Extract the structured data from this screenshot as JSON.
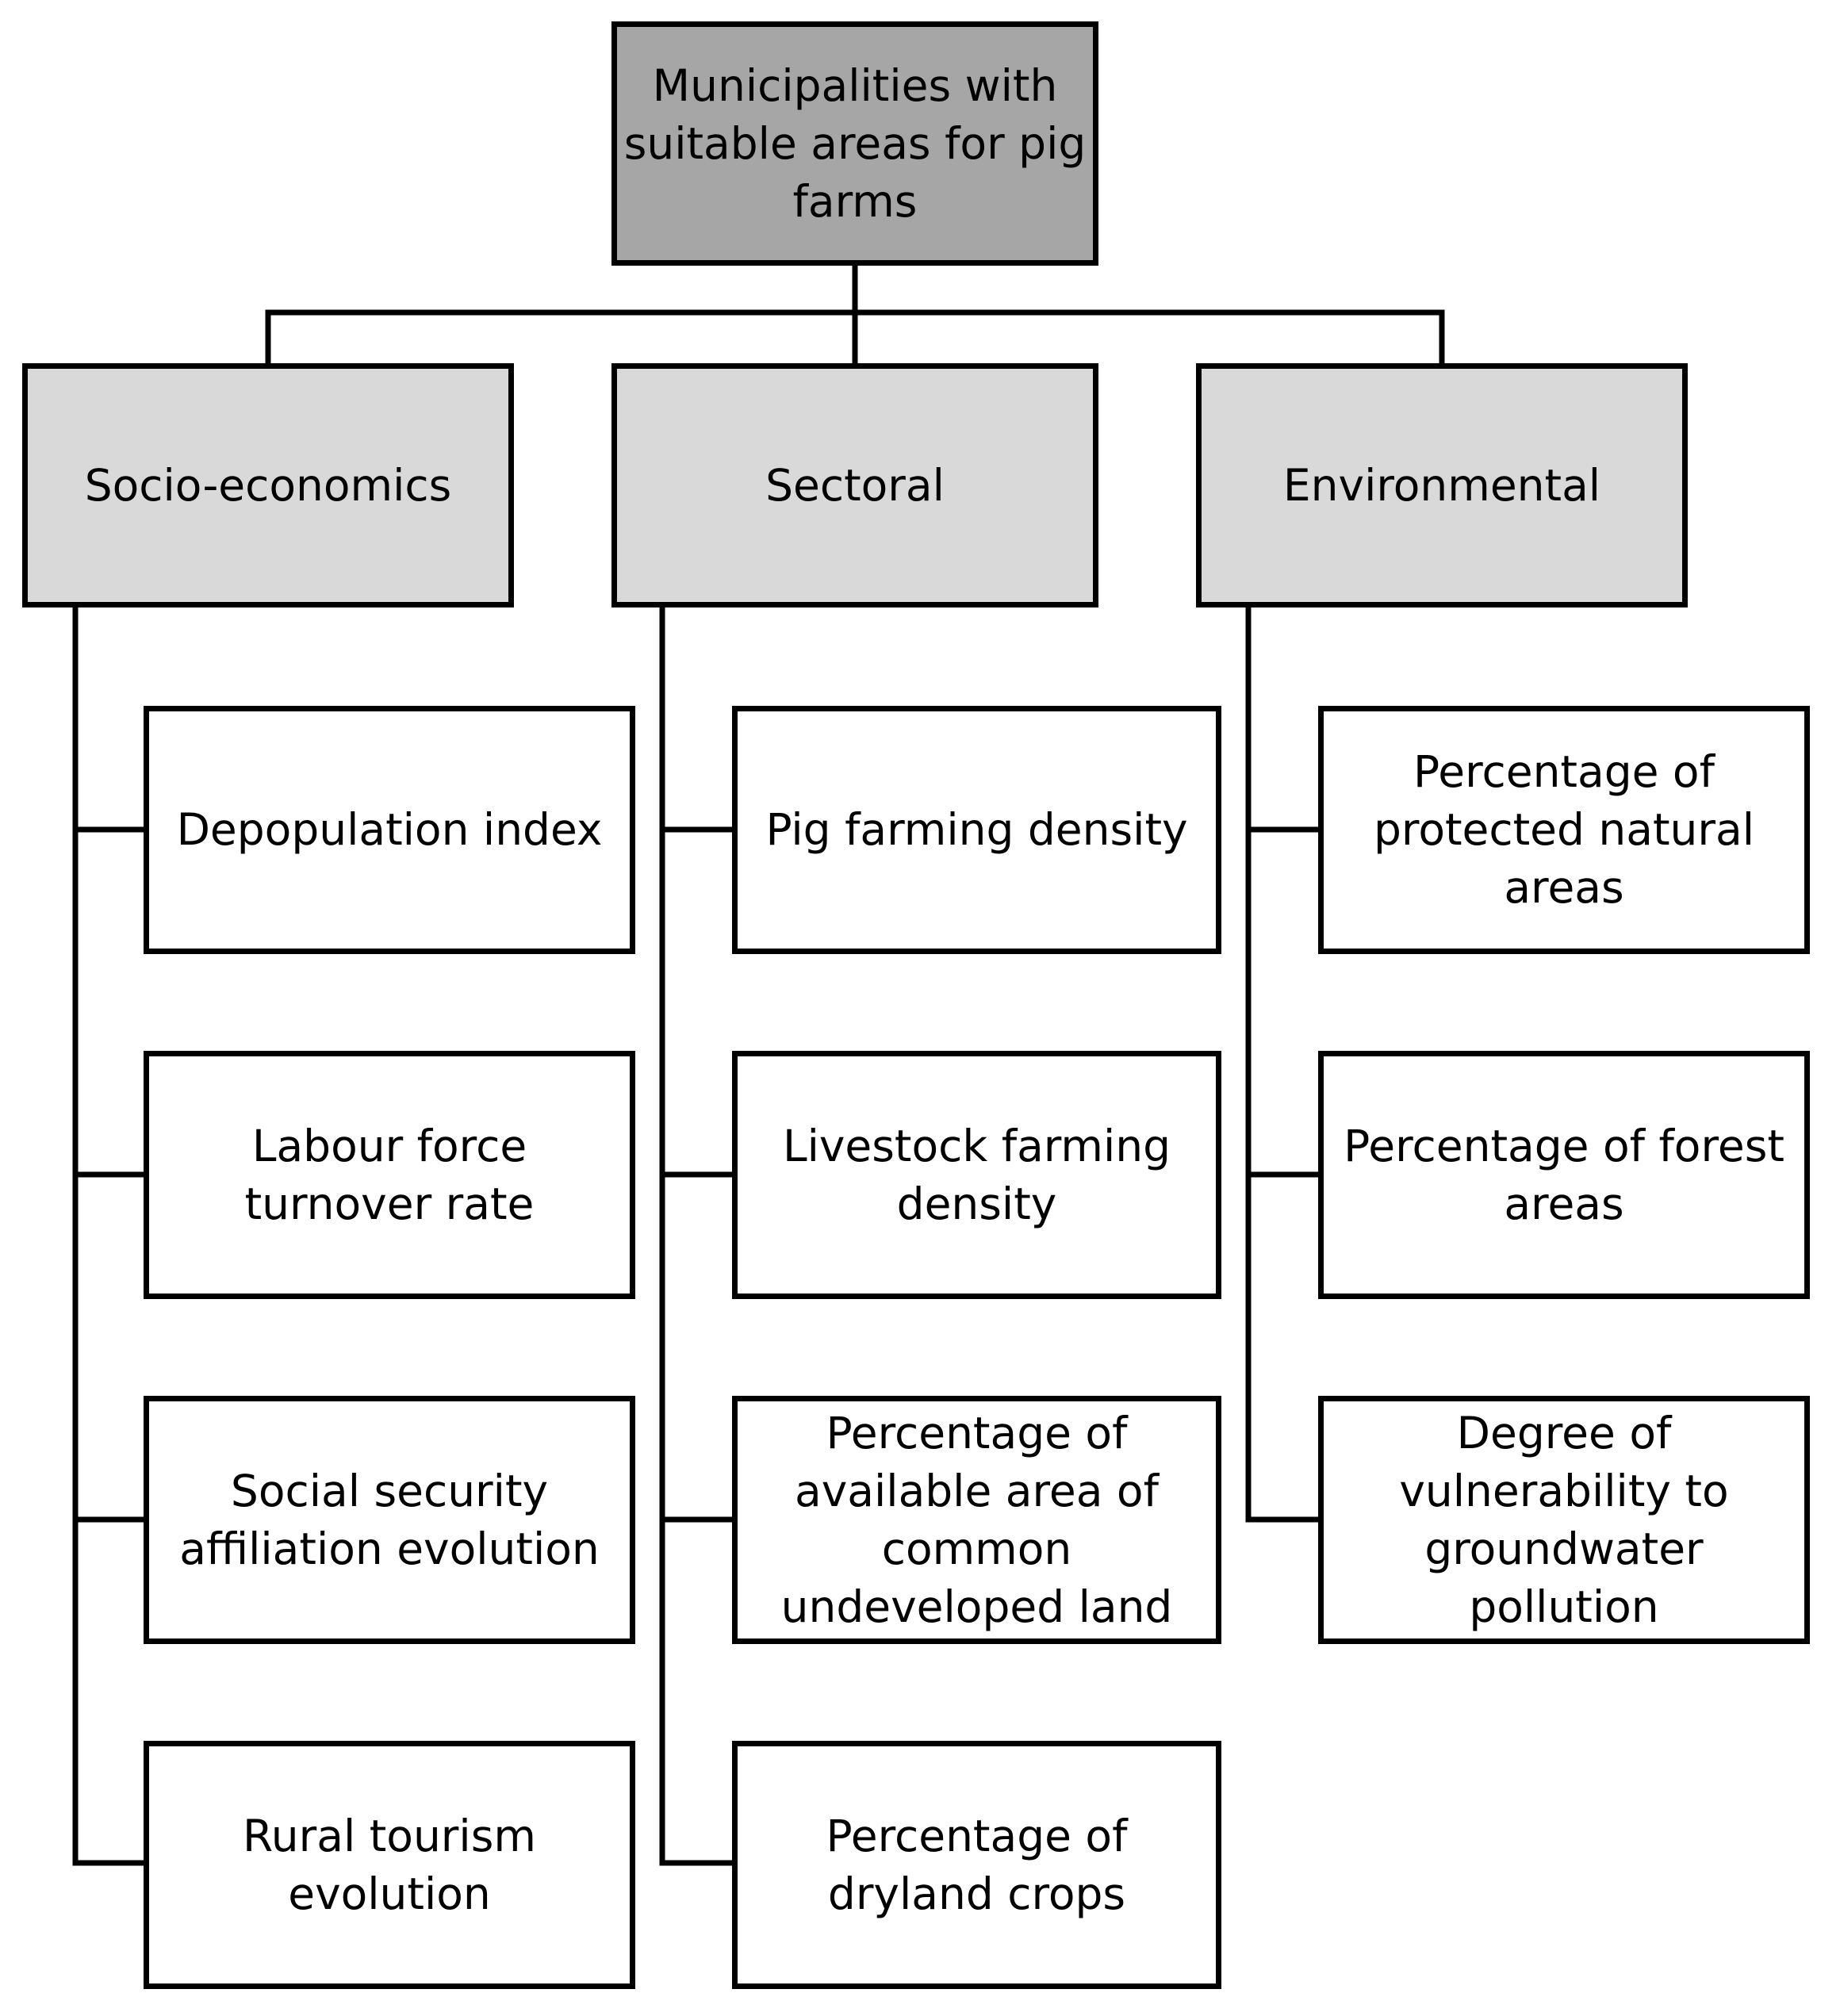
{
  "diagram": {
    "root": {
      "label": "Municipalities with suitable areas for pig farms"
    },
    "categories": [
      {
        "label": "Socio-economics",
        "items": [
          "Depopulation index",
          "Labour force turnover rate",
          "Social security affiliation evolution",
          "Rural tourism evolution"
        ]
      },
      {
        "label": "Sectoral",
        "items": [
          "Pig farming density",
          "Livestock farming density",
          "Percentage of available area of common undeveloped land",
          "Percentage of dryland crops"
        ]
      },
      {
        "label": "Environmental",
        "items": [
          "Percentage of protected natural areas",
          "Percentage of forest areas",
          "Degree of vulnerability to groundwater pollution"
        ]
      }
    ]
  },
  "colors": {
    "root_fill": "#a6a6a6",
    "category_fill": "#d9d9d9",
    "item_fill": "#ffffff",
    "stroke": "#000000"
  }
}
